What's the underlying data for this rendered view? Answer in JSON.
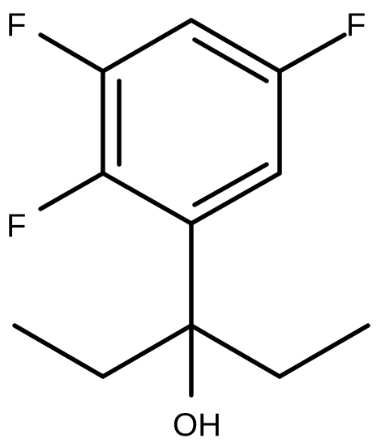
{
  "molecule": {
    "atoms": [
      {
        "element": "F",
        "label": "F"
      },
      {
        "element": "F",
        "label": "F"
      },
      {
        "element": "F",
        "label": "F"
      },
      {
        "element": "O",
        "label": "OH"
      }
    ]
  },
  "colors": {
    "bond": "#000000",
    "label": "#000000",
    "background": "#ffffff"
  }
}
